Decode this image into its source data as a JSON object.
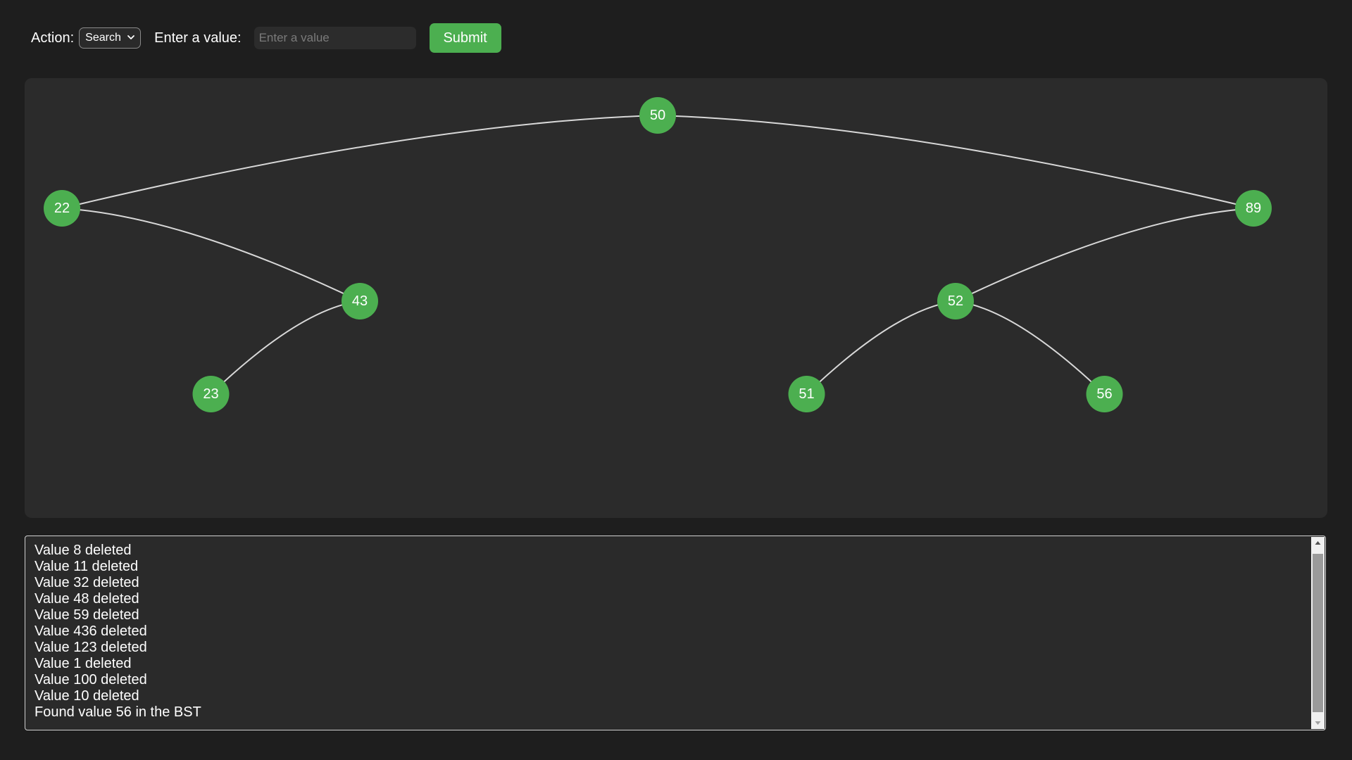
{
  "controls": {
    "action_label": "Action:",
    "action_selected": "Search",
    "action_options": [
      "Search"
    ],
    "value_label": "Enter a value:",
    "value_placeholder": "Enter a value",
    "value_current": "",
    "submit_label": "Submit"
  },
  "tree": {
    "root": {
      "value": "50",
      "left": {
        "value": "22",
        "left": null,
        "right": {
          "value": "43",
          "left": {
            "value": "23",
            "left": null,
            "right": null
          },
          "right": null
        }
      },
      "right": {
        "value": "89",
        "left": {
          "value": "52",
          "left": {
            "value": "51",
            "left": null,
            "right": null
          },
          "right": {
            "value": "56",
            "left": null,
            "right": null
          }
        },
        "right": null
      }
    }
  },
  "log": {
    "lines": [
      "Value 8 deleted",
      "Value 11 deleted",
      "Value 32 deleted",
      "Value 48 deleted",
      "Value 59 deleted",
      "Value 436 deleted",
      "Value 123 deleted",
      "Value 1 deleted",
      "Value 100 deleted",
      "Value 10 deleted",
      "Found value 56 in the BST"
    ]
  },
  "colors": {
    "page_background": "#1e1e1e",
    "panel_background": "#2b2b2b",
    "accent_green": "#4caf50",
    "edge_color": "#d8d8d8",
    "text": "#ffffff"
  },
  "icons": {
    "select_arrow": "chevron-down-icon",
    "scroll_up": "scroll-up-arrow-icon",
    "scroll_down": "scroll-down-arrow-icon"
  }
}
